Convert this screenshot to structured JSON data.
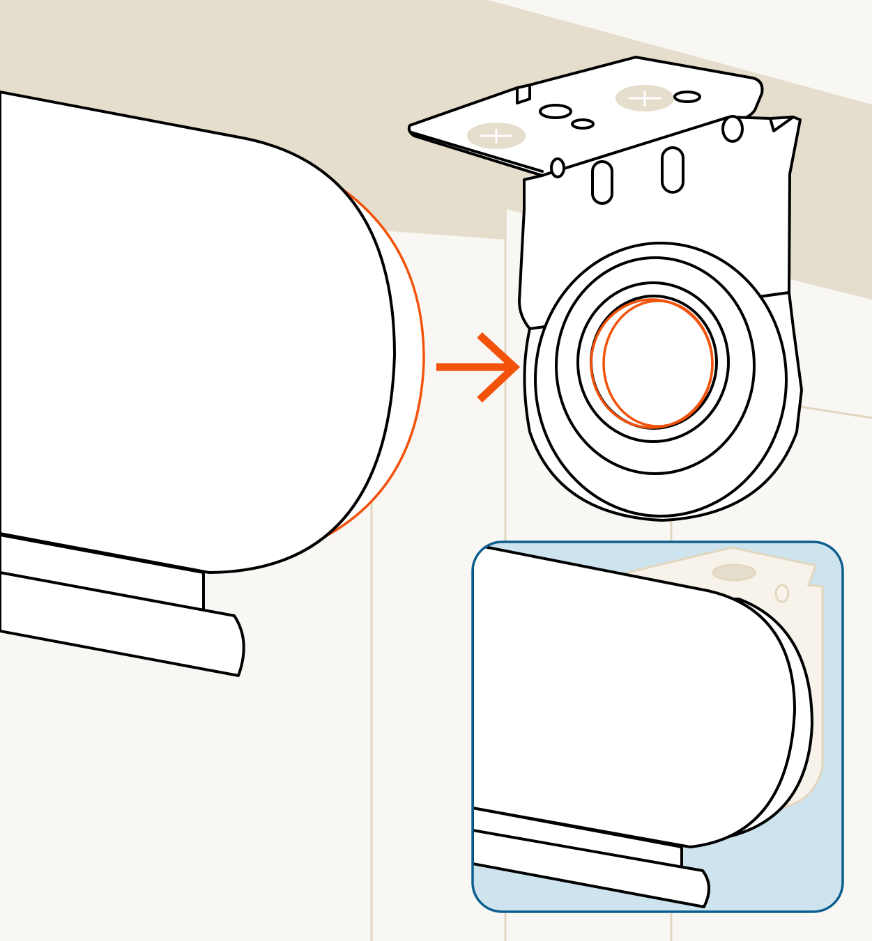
{
  "colors": {
    "background": "#FFFFFF",
    "ceiling": "#E6DECC",
    "wall": "#F8F7F3",
    "wall_seam": "#E2D6BF",
    "outline": "#000000",
    "accent_orange": "#F2520A",
    "inset_fill": "#CDE3EE",
    "inset_border": "#0B5E8E",
    "screw_head": "#E6DECC"
  },
  "illustration": {
    "subject": "roller-shade-end-cap-into-bracket",
    "arrow_direction": "right",
    "inset_shows": "installed-shade-in-bracket"
  }
}
